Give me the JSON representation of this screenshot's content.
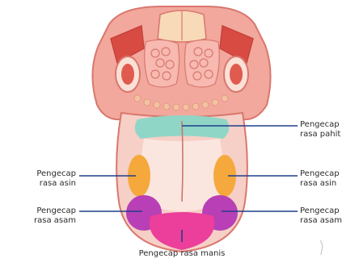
{
  "labels": {
    "bitter": [
      "Pengecap",
      "rasa pahit"
    ],
    "salty_left": [
      "Pengecap",
      "rasa asin"
    ],
    "salty_right": [
      "Pengecap",
      "rasa asin"
    ],
    "sour_left": [
      "Pengecap",
      "rasa asam"
    ],
    "sour_right": [
      "Pengecap",
      "rasa asam"
    ],
    "sweet": "Pengecap rasa manis"
  },
  "colors": {
    "bitter": "#8fd6c6",
    "salty": "#f5a93c",
    "sour": "#b83fb5",
    "sweet": "#ec3e9b",
    "leader_line": "#1f3f8c",
    "tongue": "#f6cfc6",
    "tongue_center": "#fbe6df",
    "outline": "#d9776e"
  }
}
